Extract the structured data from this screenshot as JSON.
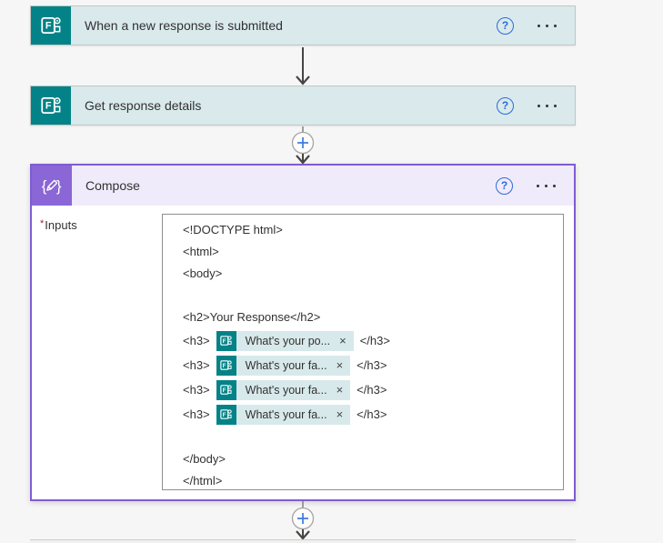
{
  "colors": {
    "canvas_bg": "#f6f6f6",
    "forms_teal": "#038387",
    "forms_header_bg": "#d9e9ec",
    "compose_icon_purple": "#8a66d6",
    "compose_border_purple": "#7e5cd5",
    "compose_header_bg": "#f0ebfa",
    "help_blue": "#2b6bd9",
    "text": "#323130"
  },
  "flow": {
    "trigger_card": {
      "title": "When a new response is submitted"
    },
    "action_card": {
      "title": "Get response details"
    },
    "compose_card": {
      "title": "Compose",
      "required_marker": "*",
      "inputs_label": "Inputs",
      "code_lines_top": [
        "<!DOCTYPE html>",
        "<html>",
        "<body>",
        "",
        "<h2>Your Response</h2>"
      ],
      "token_rows": [
        {
          "prefix": "<h3>",
          "token": "What's your po...",
          "suffix": "</h3>"
        },
        {
          "prefix": "<h3>",
          "token": "What's your fa...",
          "suffix": "</h3>"
        },
        {
          "prefix": "<h3>",
          "token": "What's your fa...",
          "suffix": "</h3>"
        },
        {
          "prefix": "<h3>",
          "token": "What's your fa...",
          "suffix": "</h3>"
        }
      ],
      "code_lines_bottom": [
        "",
        "</body>",
        "</html>"
      ]
    }
  },
  "icons": {
    "help_glyph": "?",
    "token_close_glyph": "×",
    "forms_icon": "microsoft-forms",
    "compose_icon": "braces-pencil",
    "plus_icon": "insert-step-plus",
    "arrow_icon": "flow-arrow-down"
  }
}
